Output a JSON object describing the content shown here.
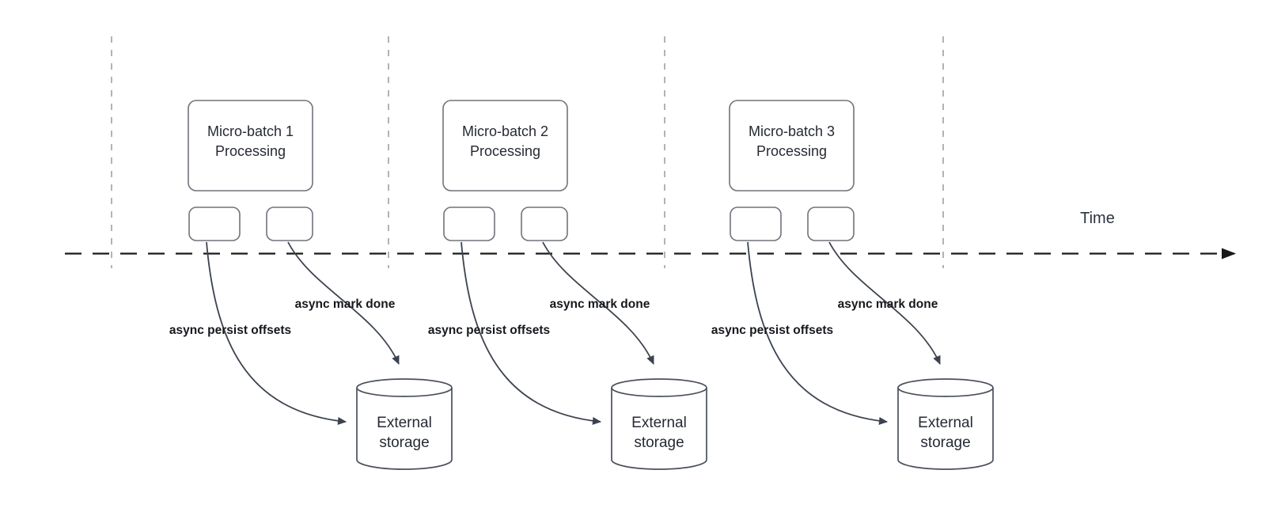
{
  "colors": {
    "background": "#ffffff",
    "box_border": "#72727c",
    "cylinder_border": "#4a505c",
    "box_text": "#262a33",
    "label_text": "#15181d",
    "arrow": "#3c434f",
    "vline": "#b3b3b3",
    "timeline": "#191919",
    "time_text": "#2d333f"
  },
  "timeline": {
    "label": "Time"
  },
  "groups": [
    {
      "box_line1": "Micro-batch 1",
      "box_line2": "Processing",
      "persist_label": "async persist offsets",
      "done_label": "async mark done",
      "storage_line1": "External",
      "storage_line2": "storage"
    },
    {
      "box_line1": "Micro-batch 2",
      "box_line2": "Processing",
      "persist_label": "async persist offsets",
      "done_label": "async mark done",
      "storage_line1": "External",
      "storage_line2": "storage"
    },
    {
      "box_line1": "Micro-batch 3",
      "box_line2": "Processing",
      "persist_label": "async persist offsets",
      "done_label": "async mark done",
      "storage_line1": "External",
      "storage_line2": "storage"
    }
  ]
}
